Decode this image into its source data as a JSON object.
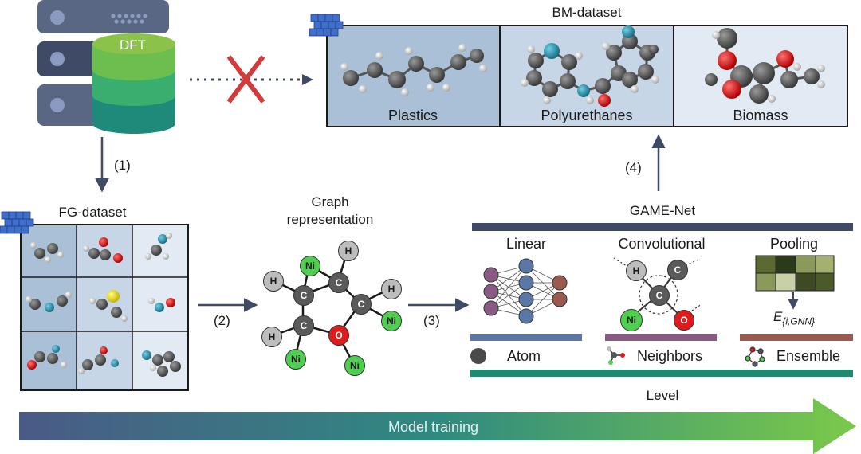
{
  "source": {
    "db_label": "DFT"
  },
  "bm": {
    "title": "BM-dataset",
    "panels": [
      "Plastics",
      "Polyurethanes",
      "Biomass"
    ]
  },
  "fg": {
    "title": "FG-dataset"
  },
  "graph": {
    "title_line1": "Graph",
    "title_line2": "representation",
    "nodes": {
      "c": "C",
      "h": "H",
      "ni": "Ni",
      "o": "O"
    }
  },
  "steps": {
    "s1": "(1)",
    "s2": "(2)",
    "s3": "(3)",
    "s4": "(4)"
  },
  "game": {
    "title": "GAME-Net",
    "blocks": [
      "Linear",
      "Convolutional",
      "Pooling"
    ],
    "levels": [
      "Atom",
      "Neighbors",
      "Ensemble"
    ],
    "level_title": "Level",
    "energy_main": "E",
    "energy_sub": "{i,GNN}"
  },
  "training": {
    "label": "Model training"
  },
  "colors": {
    "server": "#5a6784",
    "db_top": "#8bc34a",
    "db_mid": "#3aae6e",
    "db_bottom": "#1f8a7a",
    "cross": "#d33a3a",
    "bm_panel_1": "#a9c0d6",
    "bm_panel_2": "#c6d6e6",
    "bm_panel_3": "#e2ebf3",
    "carbon": "#5a5a5a",
    "hydrogen": "#bdbdbd",
    "nickel": "#4fcf4f",
    "oxygen": "#e01b1b",
    "nitrogen": "#2a8fa8",
    "bar_dark": "#3f4a66",
    "bar_teal": "#1f8a70",
    "bar_linear": "#5a77a6",
    "bar_conv": "#8a5a85",
    "bar_pool": "#9a5a50",
    "arrow_start": "#4a5a86",
    "arrow_end": "#7bc94a"
  }
}
